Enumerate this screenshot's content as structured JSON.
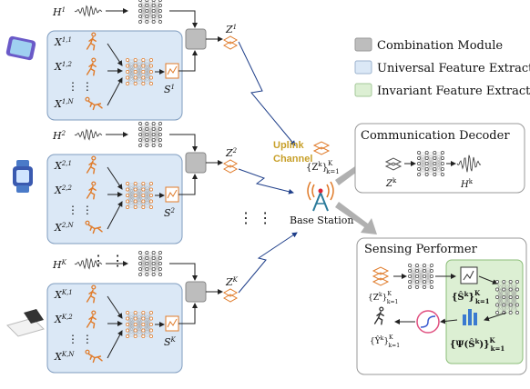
{
  "legend": {
    "items": [
      {
        "label": "Combination Module",
        "color": "#bdbdbd"
      },
      {
        "label": "Universal Feature Extractor",
        "color": "#dbe8f6"
      },
      {
        "label": "Invariant Feature Extractor",
        "color": "#dcefd3"
      }
    ]
  },
  "users": [
    {
      "h_label": "H",
      "h_sup": "1",
      "z_label": "Z",
      "z_sup": "1",
      "s_label": "S",
      "s_sup": "1",
      "x_labels": [
        {
          "t": "X",
          "sup": "1,1"
        },
        {
          "t": "X",
          "sup": "1,2"
        },
        {
          "t": "X",
          "sup": "1,N"
        }
      ]
    },
    {
      "h_label": "H",
      "h_sup": "2",
      "z_label": "Z",
      "z_sup": "2",
      "s_label": "S",
      "s_sup": "2",
      "x_labels": [
        {
          "t": "X",
          "sup": "2,1"
        },
        {
          "t": "X",
          "sup": "2,2"
        },
        {
          "t": "X",
          "sup": "2,N"
        }
      ]
    },
    {
      "h_label": "H",
      "h_sup": "K",
      "z_label": "Z",
      "z_sup": "K",
      "s_label": "S",
      "s_sup": "K",
      "x_labels": [
        {
          "t": "X",
          "sup": "K,1"
        },
        {
          "t": "X",
          "sup": "K,2"
        },
        {
          "t": "X",
          "sup": "K,N"
        }
      ]
    }
  ],
  "channel": {
    "label_line1": "Uplink",
    "label_line2": "Channel",
    "color": "#c8a02a"
  },
  "base_station": {
    "label": "Base Station",
    "set_label": "{Z",
    "set_sup": "k",
    "set_sub": "k=1",
    "set_supK": "K"
  },
  "decoder": {
    "title": "Communication Decoder",
    "in_label": "Z",
    "in_sup": "k",
    "out_label": "H",
    "out_sup": "k"
  },
  "sensing": {
    "title": "Sensing Performer",
    "in_set": "{Z",
    "in_sup": "k",
    "in_sub": "k=1",
    "in_K": "K",
    "s_set": "{Ŝ",
    "s_sup": "k",
    "s_sub": "k=1",
    "s_K": "K",
    "psi_set": "{Ψ(Ŝ",
    "psi_sup": "k",
    "psi_sub": "k=1",
    "psi_K": "K",
    "y_set": "{Ŷ",
    "y_sup": "k",
    "y_sub": "k=1",
    "y_K": "K"
  },
  "ellipsis": {
    "v": "⋮",
    "h": "⋮ ⋮"
  },
  "colors": {
    "accent": "#e07b2a",
    "bs": "#2a7a9a",
    "arrow": "#b0b0b0"
  }
}
